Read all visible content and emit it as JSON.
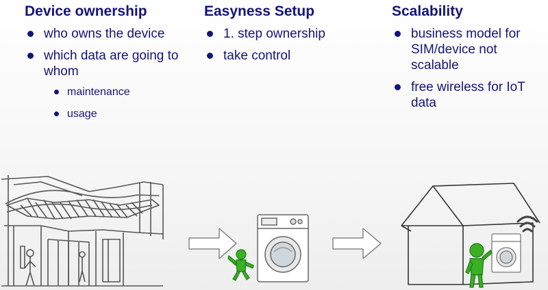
{
  "columns": [
    {
      "heading": "Device ownership",
      "bullets": [
        "who owns the device",
        "which data are going to whom"
      ],
      "sub_bullets": [
        "maintenance",
        "usage"
      ]
    },
    {
      "heading": "Easyness Setup",
      "bullets": [
        "1. step ownership",
        "take control"
      ]
    },
    {
      "heading": "Scalability",
      "bullets": [
        "business model for  SIM/device not scalable",
        "free wireless for IoT data"
      ]
    }
  ],
  "colors": {
    "text": "#141478",
    "figure": "#3ab025",
    "sketch": "#555555"
  }
}
